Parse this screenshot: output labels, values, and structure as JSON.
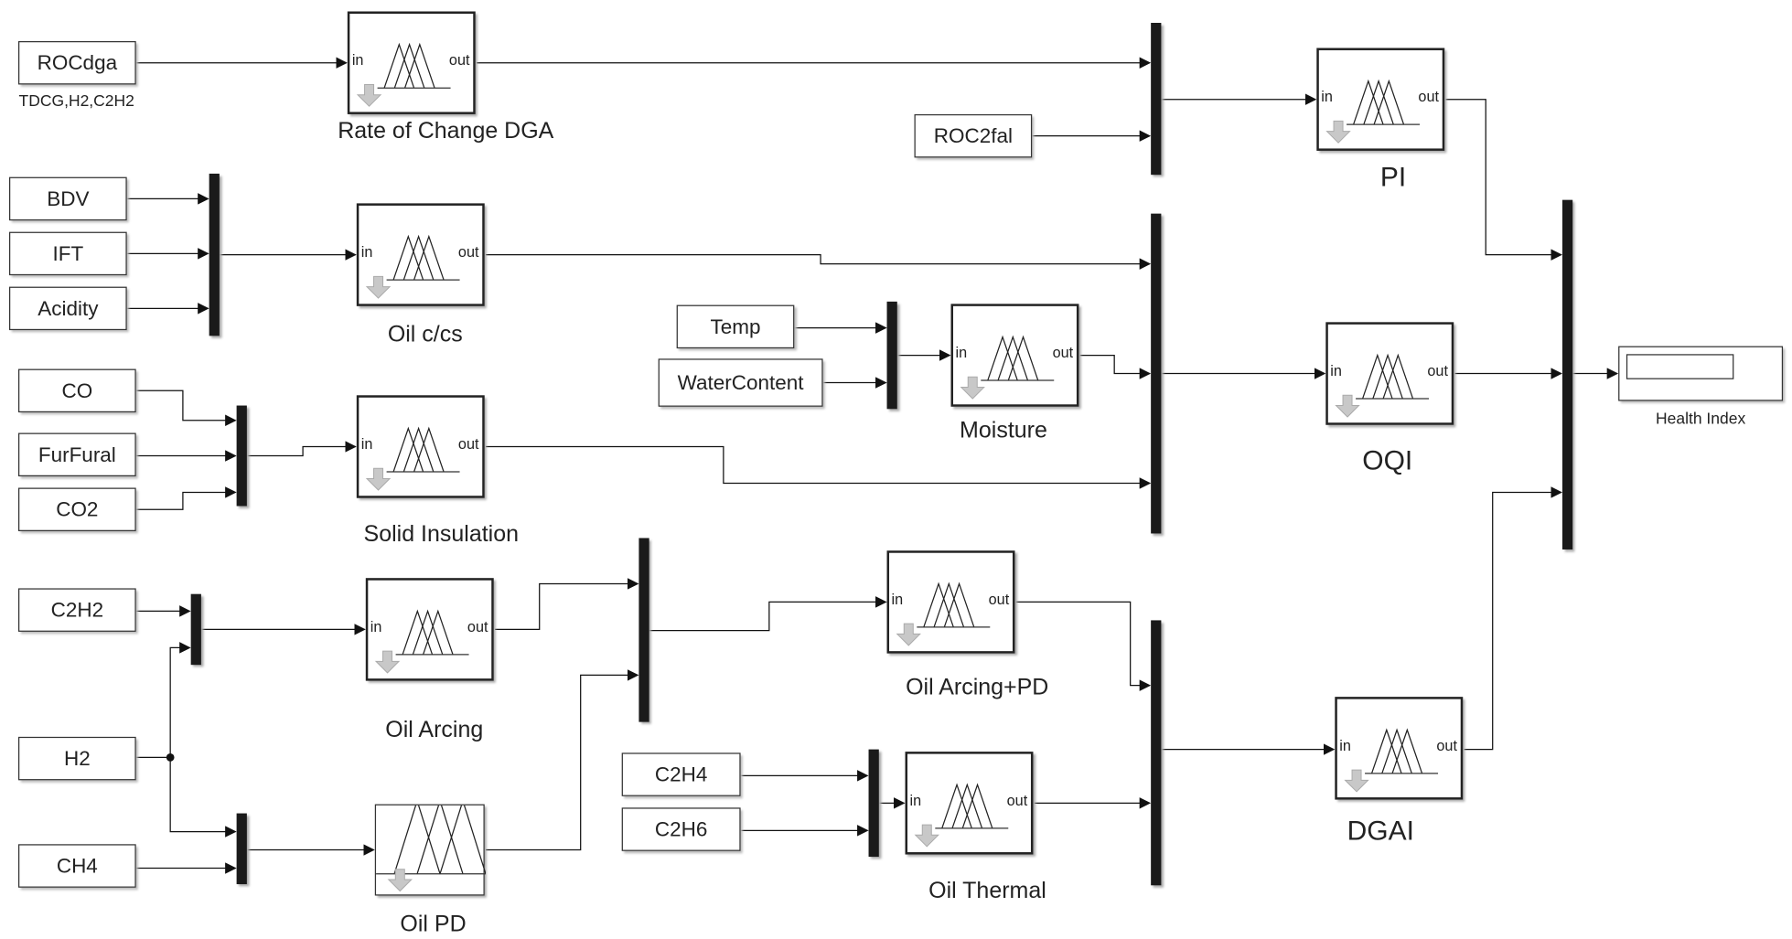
{
  "diagram": {
    "constants": [
      {
        "id": "rocdga",
        "label": "ROCdga",
        "sublabel": "TDCG,H2,C2H2"
      },
      {
        "id": "bdv",
        "label": "BDV"
      },
      {
        "id": "ift",
        "label": "IFT"
      },
      {
        "id": "acidity",
        "label": "Acidity"
      },
      {
        "id": "co",
        "label": "CO"
      },
      {
        "id": "furfural",
        "label": "FurFural"
      },
      {
        "id": "co2",
        "label": "CO2"
      },
      {
        "id": "c2h2",
        "label": "C2H2"
      },
      {
        "id": "h2",
        "label": "H2"
      },
      {
        "id": "ch4",
        "label": "CH4"
      },
      {
        "id": "roc2fal",
        "label": "ROC2fal"
      },
      {
        "id": "temp",
        "label": "Temp"
      },
      {
        "id": "watercontent",
        "label": "WaterContent"
      },
      {
        "id": "c2h4",
        "label": "C2H4"
      },
      {
        "id": "c2h6",
        "label": "C2H6"
      }
    ],
    "fis_blocks": [
      {
        "id": "roc_dga",
        "label": "Rate of Change DGA",
        "in": "in",
        "out": "out"
      },
      {
        "id": "oil_cs",
        "label": "Oil c/cs",
        "in": "in",
        "out": "out"
      },
      {
        "id": "solid_ins",
        "label": "Solid Insulation",
        "in": "in",
        "out": "out"
      },
      {
        "id": "oil_arcing",
        "label": "Oil Arcing",
        "in": "in",
        "out": "out"
      },
      {
        "id": "oil_pd",
        "label": "Oil PD",
        "in": "",
        "out": ""
      },
      {
        "id": "pi",
        "label": "PI",
        "in": "in",
        "out": "out"
      },
      {
        "id": "moisture",
        "label": "Moisture",
        "in": "in",
        "out": "out"
      },
      {
        "id": "oqi",
        "label": "OQI",
        "in": "in",
        "out": "out"
      },
      {
        "id": "oil_arc_pd",
        "label": "Oil Arcing+PD",
        "in": "in",
        "out": "out"
      },
      {
        "id": "oil_thermal",
        "label": "Oil Thermal",
        "in": "in",
        "out": "out"
      },
      {
        "id": "dgai",
        "label": "DGAI",
        "in": "in",
        "out": "out"
      }
    ],
    "display": {
      "label": "Health Index",
      "value": ""
    }
  }
}
